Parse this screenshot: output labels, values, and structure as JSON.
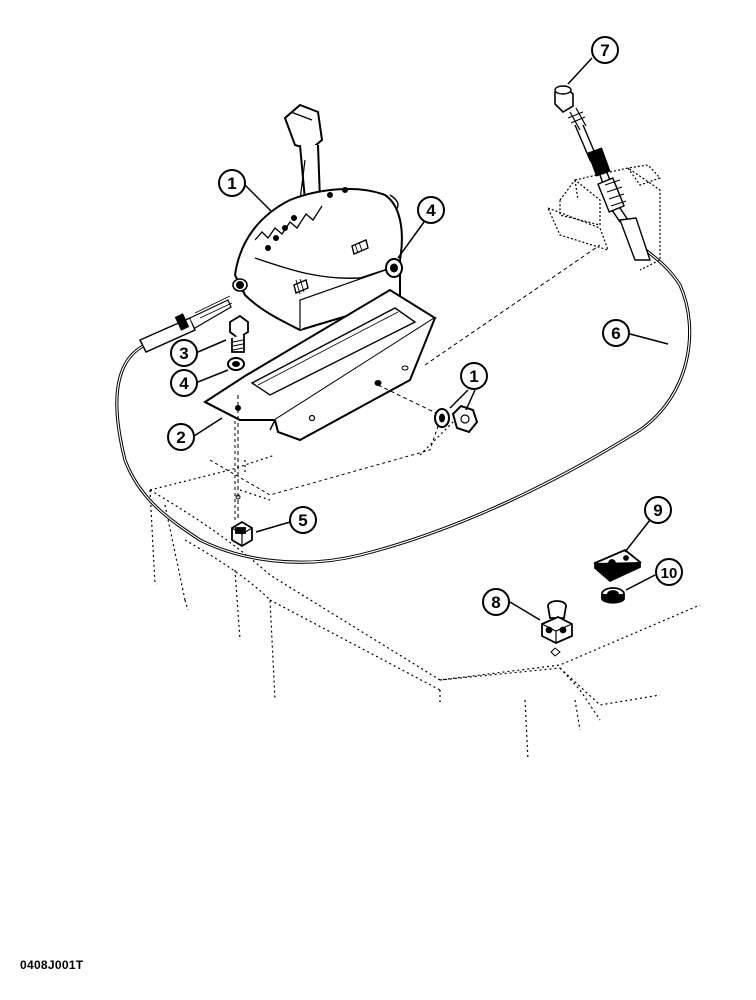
{
  "figure": {
    "reference_code": "0408J001T"
  },
  "callouts": [
    {
      "id": "c1a",
      "label": "1"
    },
    {
      "id": "c4a",
      "label": "4"
    },
    {
      "id": "c3",
      "label": "3"
    },
    {
      "id": "c4b",
      "label": "4"
    },
    {
      "id": "c2",
      "label": "2"
    },
    {
      "id": "c1b",
      "label": "1"
    },
    {
      "id": "c5",
      "label": "5"
    },
    {
      "id": "c7",
      "label": "7"
    },
    {
      "id": "c6",
      "label": "6"
    },
    {
      "id": "c9",
      "label": "9"
    },
    {
      "id": "c10",
      "label": "10"
    },
    {
      "id": "c8",
      "label": "8"
    }
  ],
  "parts": [
    {
      "name": "shift-lever-assembly"
    },
    {
      "name": "mounting-bracket"
    },
    {
      "name": "bolt"
    },
    {
      "name": "washer"
    },
    {
      "name": "cage-nut"
    },
    {
      "name": "push-pull-cable"
    },
    {
      "name": "cable-end-cap"
    },
    {
      "name": "cable-clamp-block"
    },
    {
      "name": "retaining-plate"
    },
    {
      "name": "spacer-washer"
    }
  ]
}
